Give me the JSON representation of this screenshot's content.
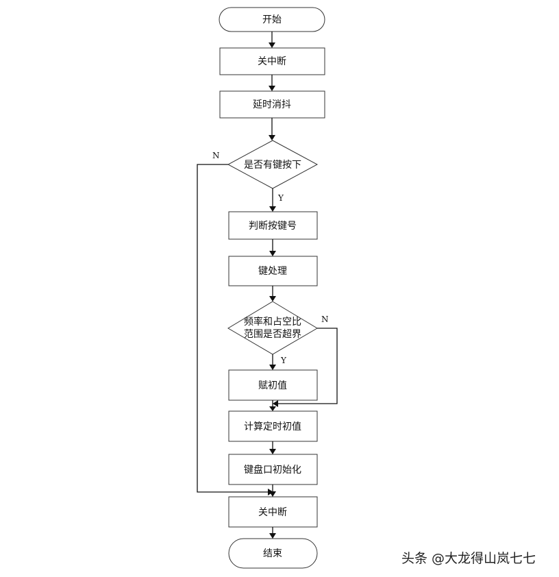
{
  "nodes": {
    "start": "开始",
    "disable_interrupt_1": "关中断",
    "debounce_delay": "延时消抖",
    "key_pressed_decision": "是否有键按下",
    "determine_key_number": "判断按键号",
    "key_processing": "键处理",
    "range_check_line1": "频率和占空比",
    "range_check_line2": "范围是否超界",
    "assign_initial_value": "赋初值",
    "compute_timer_initial_value": "计算定时初值",
    "keyboard_port_init": "键盘口初始化",
    "disable_interrupt_2": "关中断",
    "end": "结束"
  },
  "edge_labels": {
    "key_pressed_no": "N",
    "key_pressed_yes": "Y",
    "range_check_no": "N",
    "range_check_yes": "Y"
  },
  "watermark": "头条 @大龙得山岚七七"
}
